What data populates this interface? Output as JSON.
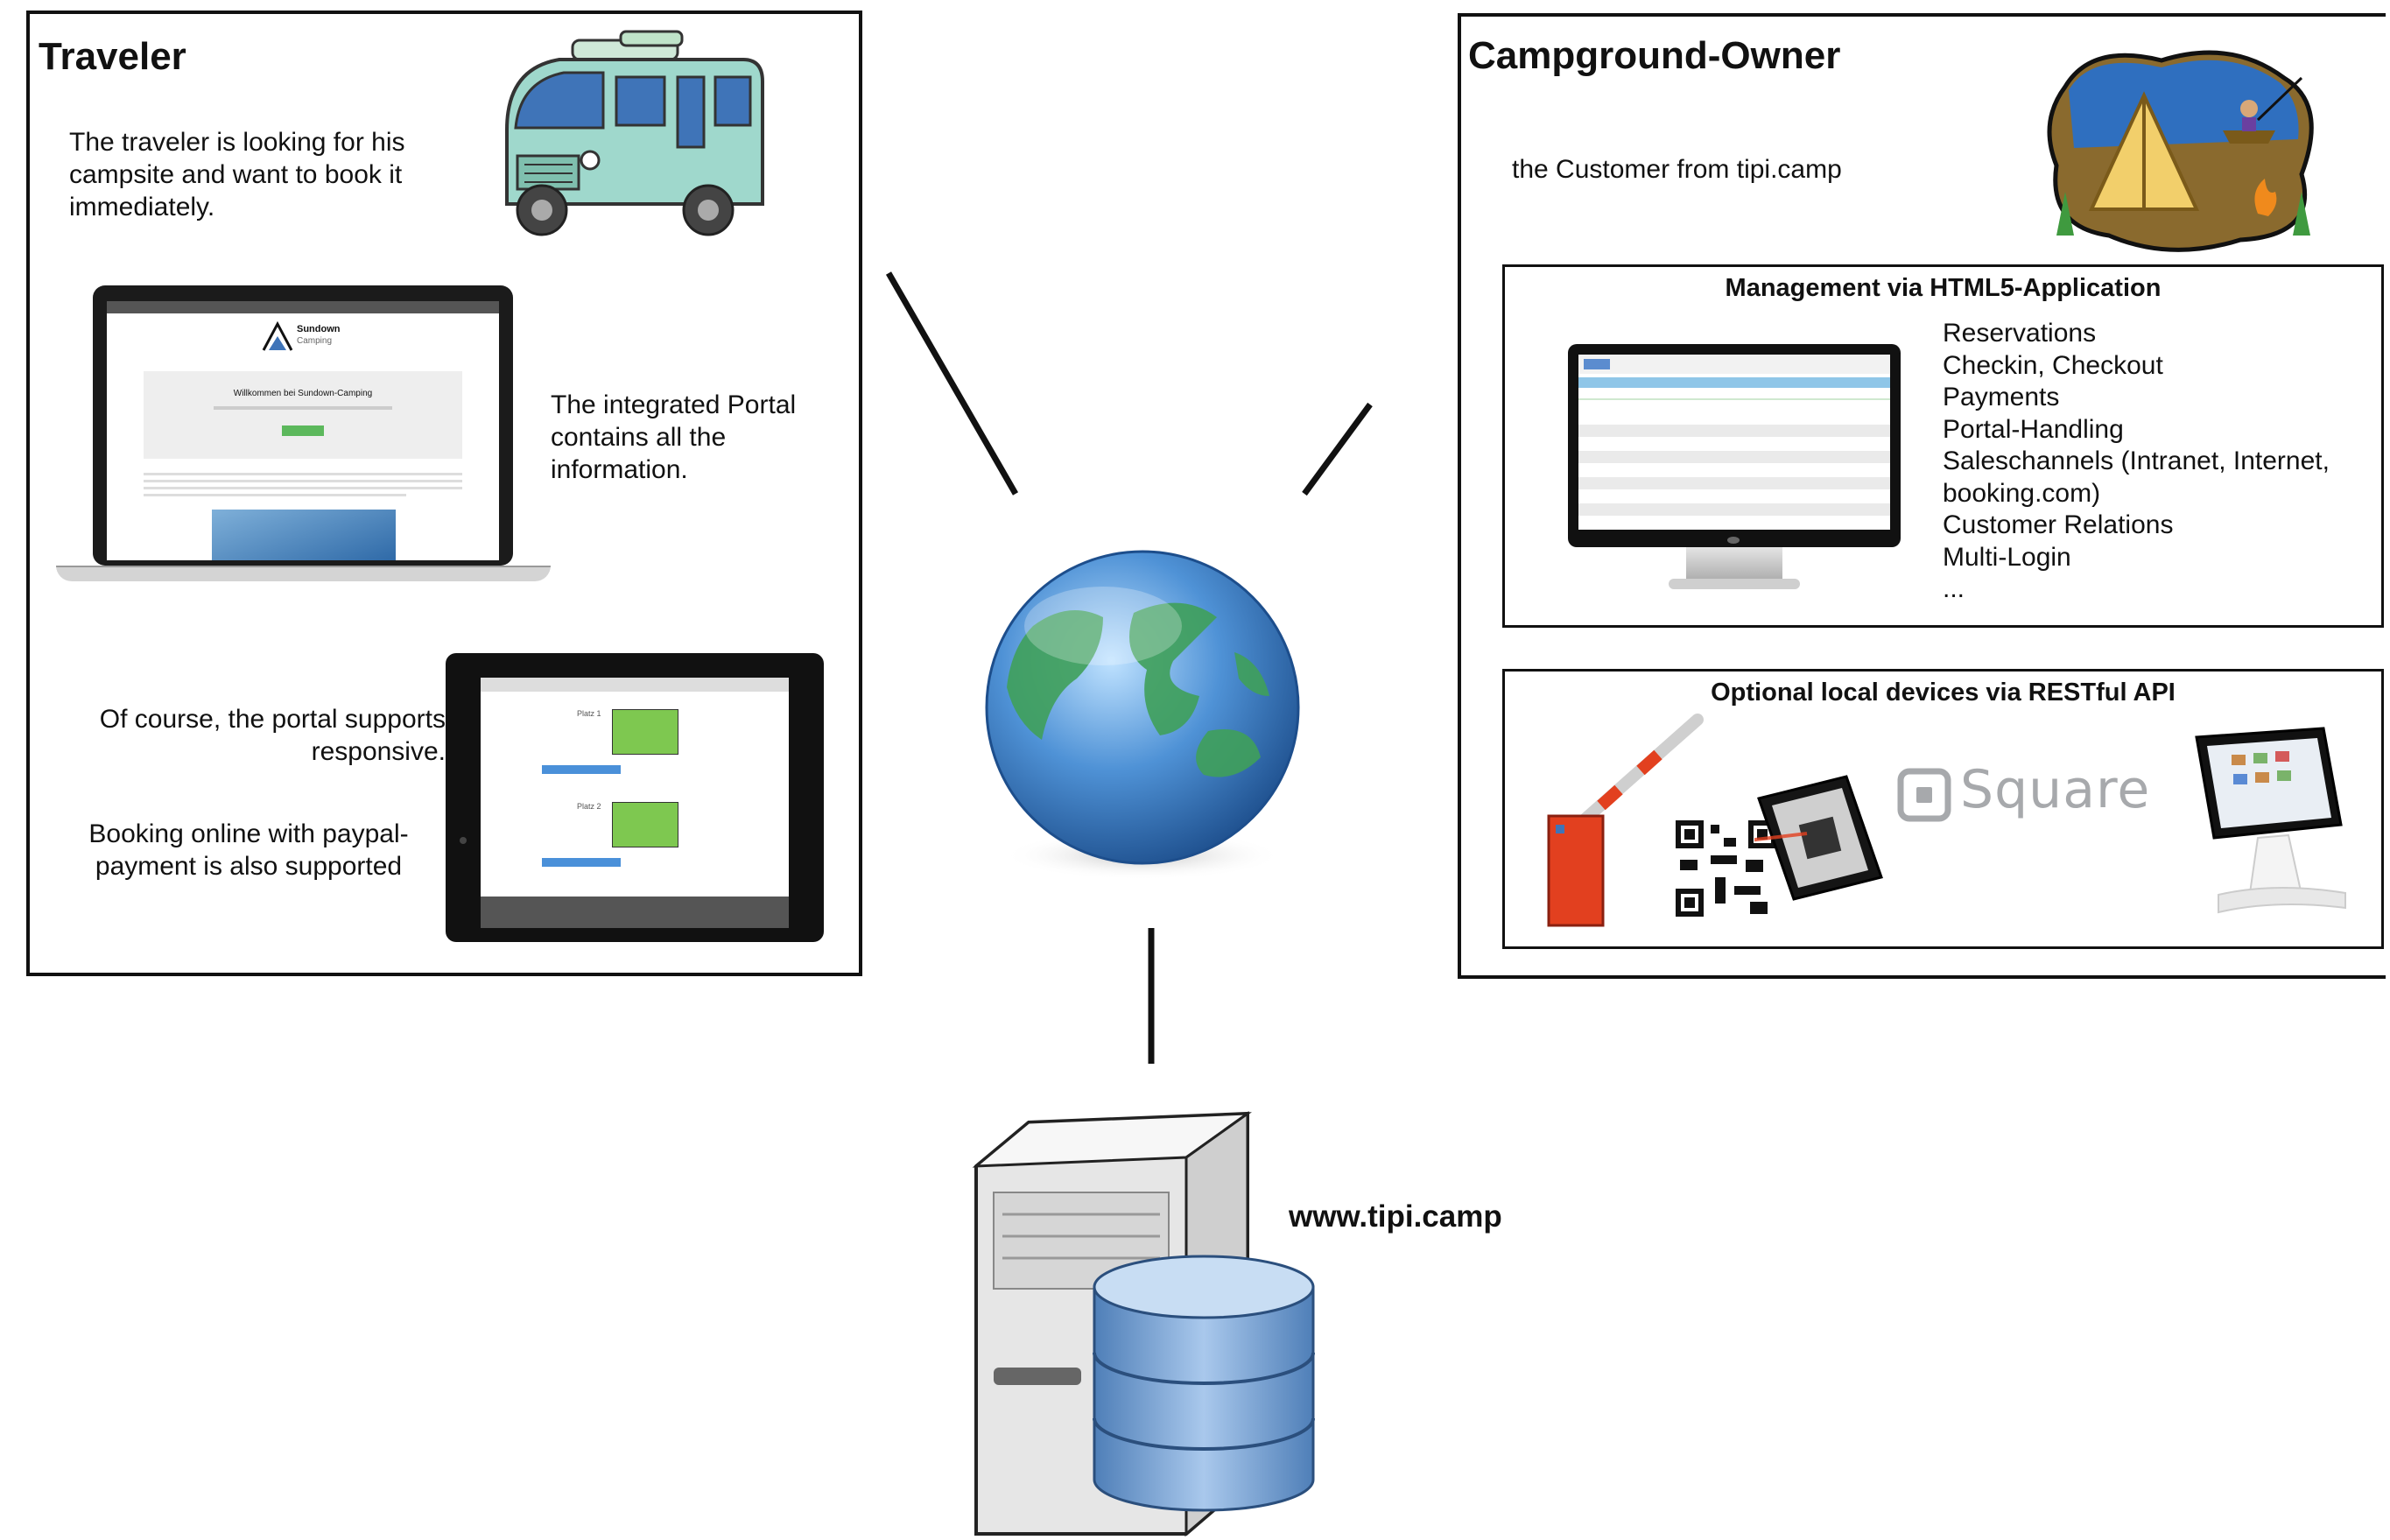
{
  "traveler": {
    "title": "Traveler",
    "intro": "The traveler is looking for his campsite and want to book it immediately.",
    "portal_text": "The integrated Portal contains all the information.",
    "responsive_text": "Of course, the portal supports responsive.",
    "booking_text": "Booking online with paypal-payment is also supported",
    "laptop_site_brand": "Sundown",
    "laptop_site_brand_sub": "Camping",
    "laptop_site_welcome": "Willkommen bei Sundown-Camping",
    "tablet_pitch_1": "Platz 1",
    "tablet_pitch_2": "Platz 2"
  },
  "owner": {
    "title": "Campground-Owner",
    "subtitle": "the Customer from tipi.camp",
    "management": {
      "title": "Management via HTML5-Application",
      "features": [
        "Reservations",
        "Checkin, Checkout",
        "Payments",
        "Portal-Handling",
        "Saleschannels (Intranet, Internet,",
        "booking.com)",
        "Customer Relations",
        "Multi-Login",
        "..."
      ]
    },
    "devices": {
      "title": "Optional local devices via RESTful API",
      "square_label": "Square"
    }
  },
  "server": {
    "url": "www.tipi.camp"
  },
  "icons": [
    "campervan-icon",
    "laptop-icon",
    "tablet-icon",
    "camp-scene-icon",
    "monitor-icon",
    "barrier-gate-icon",
    "qr-code-icon",
    "smartphone-icon",
    "square-logo-icon",
    "pos-terminal-icon",
    "globe-icon",
    "server-icon",
    "database-icon"
  ],
  "colors": {
    "border": "#111111",
    "globe_water": "#3d7fc2",
    "globe_land": "#3fa05a",
    "db_blue": "#6e9bcf",
    "van": "#9fd8cc",
    "barrier": "#e2401f"
  }
}
